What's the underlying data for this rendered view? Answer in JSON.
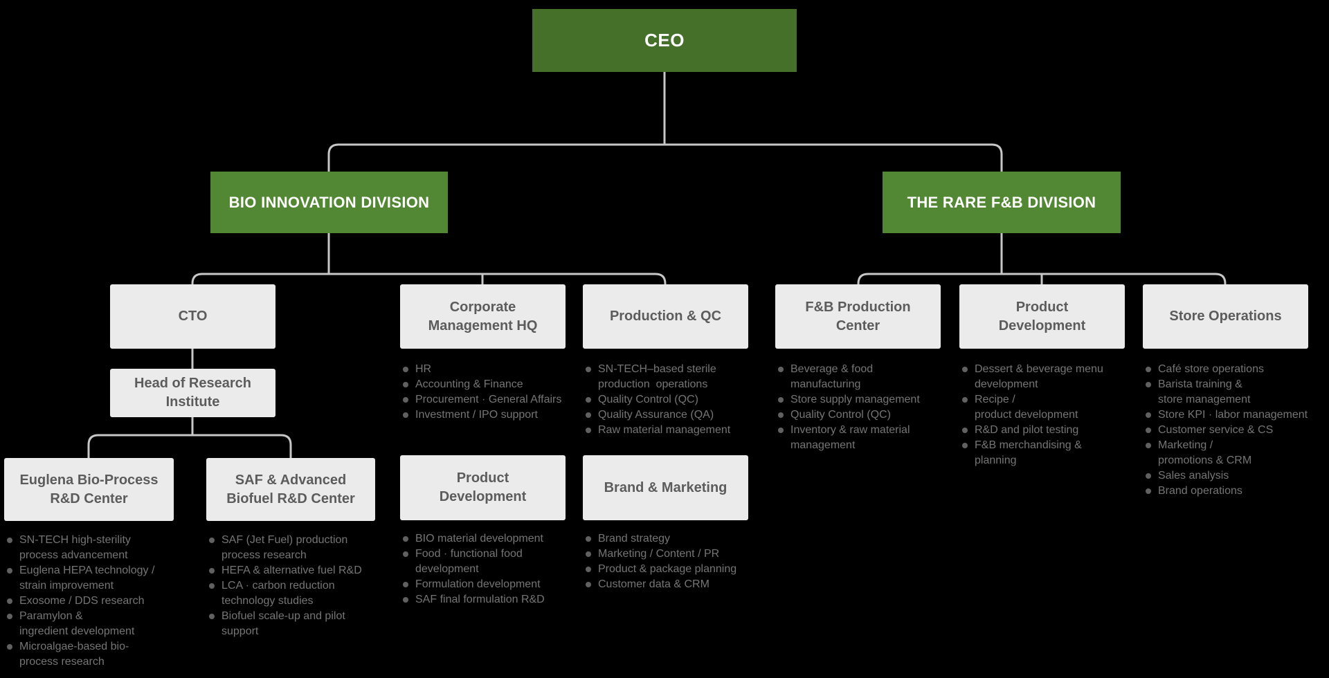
{
  "diagram": {
    "ceo": {
      "title": "CEO"
    },
    "bio_division": {
      "title": "BIO INNOVATION DIVISION"
    },
    "fnb_division": {
      "title": "THE RARE F&B DIVISION"
    },
    "cto": {
      "title": "CTO"
    },
    "head_research": {
      "title": "Head of Research\nInstitute"
    },
    "euglena": {
      "title": "Euglena Bio-Process\nR&D Center",
      "bullets": [
        "SN-TECH high-sterility\nprocess advancement",
        "Euglena HEPA technology /\nstrain improvement",
        "Exosome / DDS research",
        "Paramylon &\ningredient development",
        "Microalgae-based bio-\nprocess research"
      ]
    },
    "saf": {
      "title": "SAF & Advanced\nBiofuel R&D Center",
      "bullets": [
        "SAF (Jet Fuel) production\nprocess research",
        "HEFA & alternative fuel R&D",
        "LCA · carbon reduction\ntechnology studies",
        "Biofuel scale-up and pilot\nsupport"
      ]
    },
    "corp_mgmt": {
      "title": "Corporate\nManagement HQ",
      "bullets": [
        "HR",
        "Accounting & Finance",
        "Procurement · General Affairs",
        "Investment / IPO support"
      ]
    },
    "production_qc": {
      "title": "Production & QC",
      "bullets": [
        "SN-TECH–based sterile\nproduction  operations",
        "Quality Control (QC)",
        "Quality Assurance (QA)",
        "Raw material management"
      ]
    },
    "product_dev_bio": {
      "title": "Product\nDevelopment",
      "bullets": [
        "BIO material development",
        "Food · functional food\ndevelopment",
        "Formulation development",
        "SAF final formulation R&D"
      ]
    },
    "brand_marketing": {
      "title": "Brand & Marketing",
      "bullets": [
        "Brand strategy",
        "Marketing / Content / PR",
        "Product & package planning",
        "Customer data & CRM"
      ]
    },
    "fnb_production": {
      "title": "F&B Production\nCenter",
      "bullets": [
        "Beverage & food\nmanufacturing",
        "Store supply management",
        "Quality Control (QC)",
        "Inventory & raw material\nmanagement"
      ]
    },
    "product_dev_fnb": {
      "title": "Product\nDevelopment",
      "bullets": [
        "Dessert & beverage menu\ndevelopment",
        "Recipe /\nproduct development",
        "R&D and pilot testing",
        "F&B merchandising &\nplanning"
      ]
    },
    "store_ops": {
      "title": "Store Operations",
      "bullets": [
        "Café store operations",
        "Barista training &\nstore management",
        "Store KPI · labor management",
        "Customer service & CS",
        "Marketing /\npromotions & CRM",
        "Sales analysis",
        "Brand operations"
      ]
    }
  },
  "colors": {
    "background": "#000000",
    "ceo_green": "#44702a",
    "division_green": "#528733",
    "box_gray": "#ebebeb",
    "title_gray": "#5c5c5c",
    "bullet_gray": "#757575",
    "dot_gray": "#616161",
    "line_gray": "#c7c7c7"
  }
}
